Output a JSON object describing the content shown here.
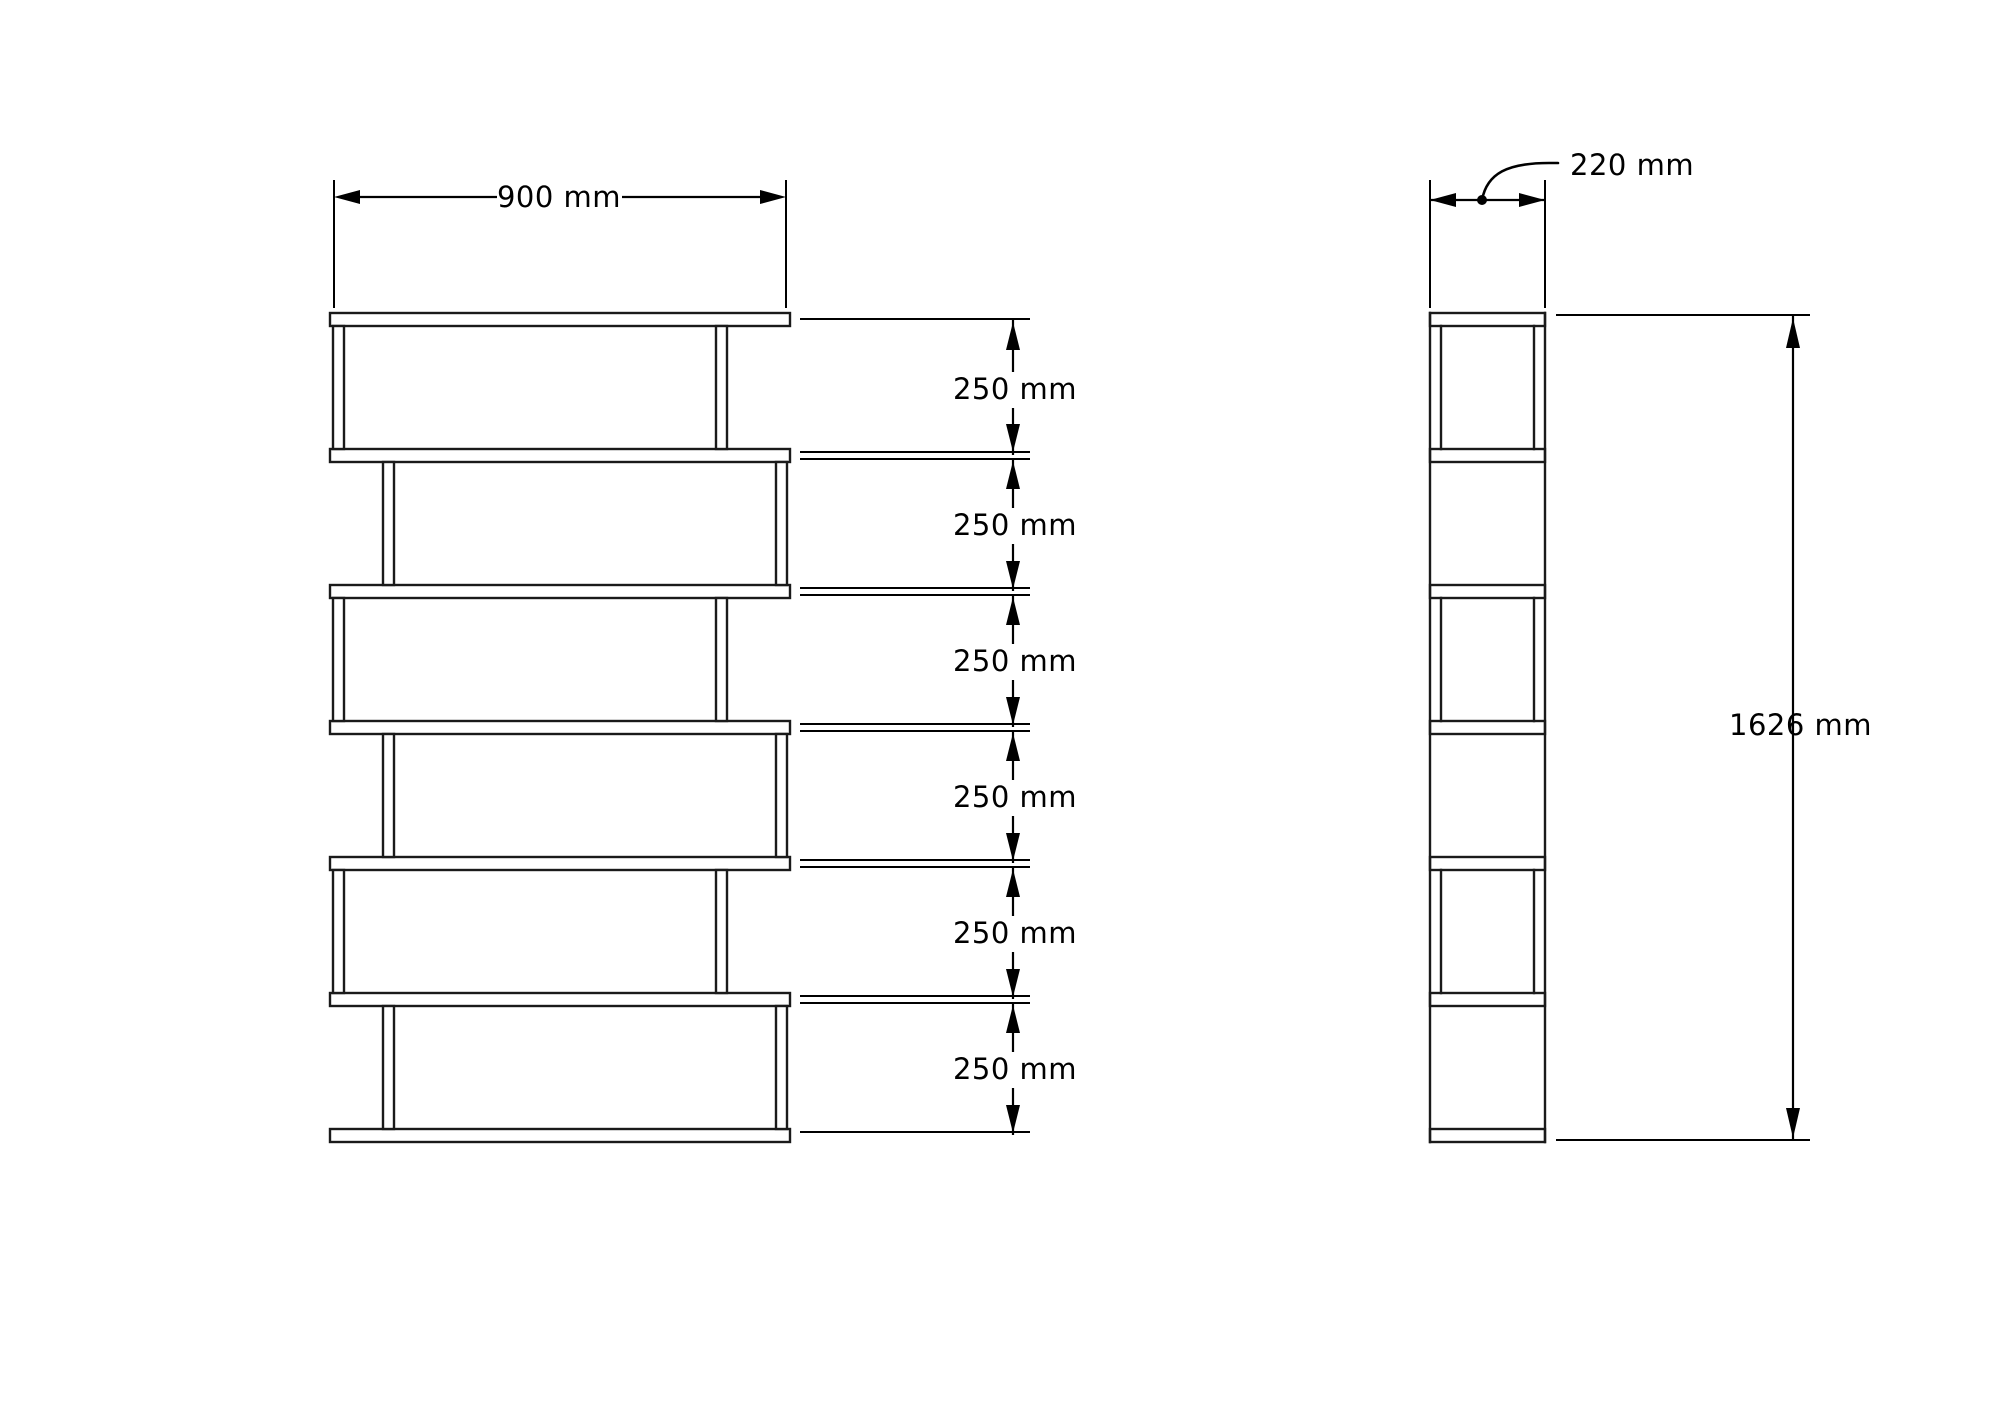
{
  "drawing": {
    "title": "Bookcase technical drawing",
    "units": "mm",
    "background_color": "#ffffff",
    "line_color": "#1a1a1a",
    "dimension_color": "#000000"
  },
  "front_view": {
    "name": "front-elevation",
    "overall_width_label": "900 mm",
    "overall_width_value": 900,
    "shelf_count": 7,
    "compartment_count": 6,
    "compartment_height_label": "250 mm",
    "compartment_height_value": 250
  },
  "side_view": {
    "name": "side-elevation",
    "depth_label": "220 mm",
    "depth_value": 220,
    "overall_height_label": "1626 mm",
    "overall_height_value": 1626
  },
  "dimensions": {
    "width": {
      "label": "900 mm",
      "value": 900,
      "orientation": "horizontal",
      "view": "front"
    },
    "depth": {
      "label": "220 mm",
      "value": 220,
      "orientation": "horizontal",
      "view": "side",
      "leader": true
    },
    "height": {
      "label": "1626 mm",
      "value": 1626,
      "orientation": "vertical",
      "view": "side"
    },
    "shelf_spacings": [
      {
        "label": "250 mm",
        "value": 250,
        "index": 1
      },
      {
        "label": "250 mm",
        "value": 250,
        "index": 2
      },
      {
        "label": "250 mm",
        "value": 250,
        "index": 3
      },
      {
        "label": "250 mm",
        "value": 250,
        "index": 4
      },
      {
        "label": "250 mm",
        "value": 250,
        "index": 5
      },
      {
        "label": "250 mm",
        "value": 250,
        "index": 6
      }
    ]
  },
  "labels": {
    "width_900": "900 mm",
    "depth_220": "220 mm",
    "height_1626": "1626 mm",
    "spacing_1": "250 mm",
    "spacing_2": "250 mm",
    "spacing_3": "250 mm",
    "spacing_4": "250 mm",
    "spacing_5": "250 mm",
    "spacing_6": "250 mm"
  }
}
